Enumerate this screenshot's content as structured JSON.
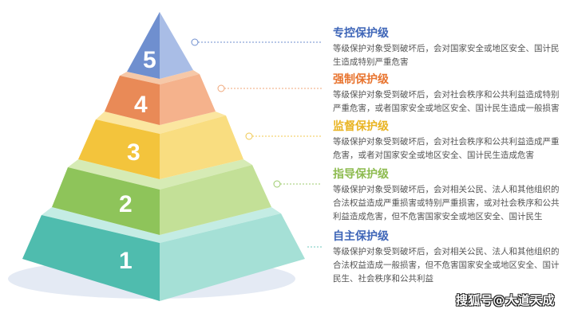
{
  "levels": [
    {
      "number": "5",
      "title": "专控保护级",
      "description": "等级保护对象受到破坏后，会对国家安全或地区安全、国计民生造成特别严重危害",
      "color": "#3f66b8"
    },
    {
      "number": "4",
      "title": "强制保护级",
      "description": "等级保护对象受到破坏后，会对社会秩序和公共利益造成特别严重危害，或者国家安全或地区安全、国计民生造成一般损害",
      "color": "#e8742f"
    },
    {
      "number": "3",
      "title": "监督保护级",
      "description": "等级保护对象受到破坏后，会对社会秩序和公共利益造成严重危害，或者对国家安全或地区安全、国计民生造成危害",
      "color": "#e9b423"
    },
    {
      "number": "2",
      "title": "指导保护级",
      "description": "等级保护对象受到破坏后，会对相关公民、法人和其他组织的合法权益造成严重损害或特别严重损害，或对社会秩序和公共利益造成危害，但不危害国家安全或地区安全、国计民生",
      "color": "#8dbb4f"
    },
    {
      "number": "1",
      "title": "自主保护级",
      "description": "等级保护对象受到破坏后，会对相关公民、法人和其他组织的合法权益造成一般损害，但不危害国家安全或地区安全、国计民生、社会秩序和公共利益",
      "color": "#3f66b8"
    }
  ],
  "watermark": "搜狐号@大道天成"
}
